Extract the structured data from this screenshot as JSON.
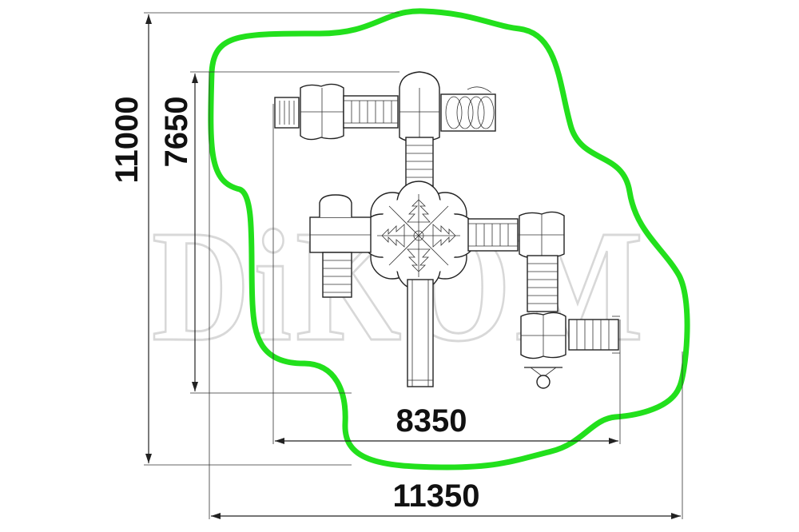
{
  "dimensions": {
    "total_height": "11000",
    "inner_height": "7650",
    "inner_width": "8350",
    "total_width": "11350"
  },
  "watermark": {
    "text": "DiKOM"
  },
  "colors": {
    "safety_zone": "#22e01c",
    "dimension_line": "#222222",
    "drawing_line": "#222222",
    "watermark_outline": "#d8d8d8"
  }
}
